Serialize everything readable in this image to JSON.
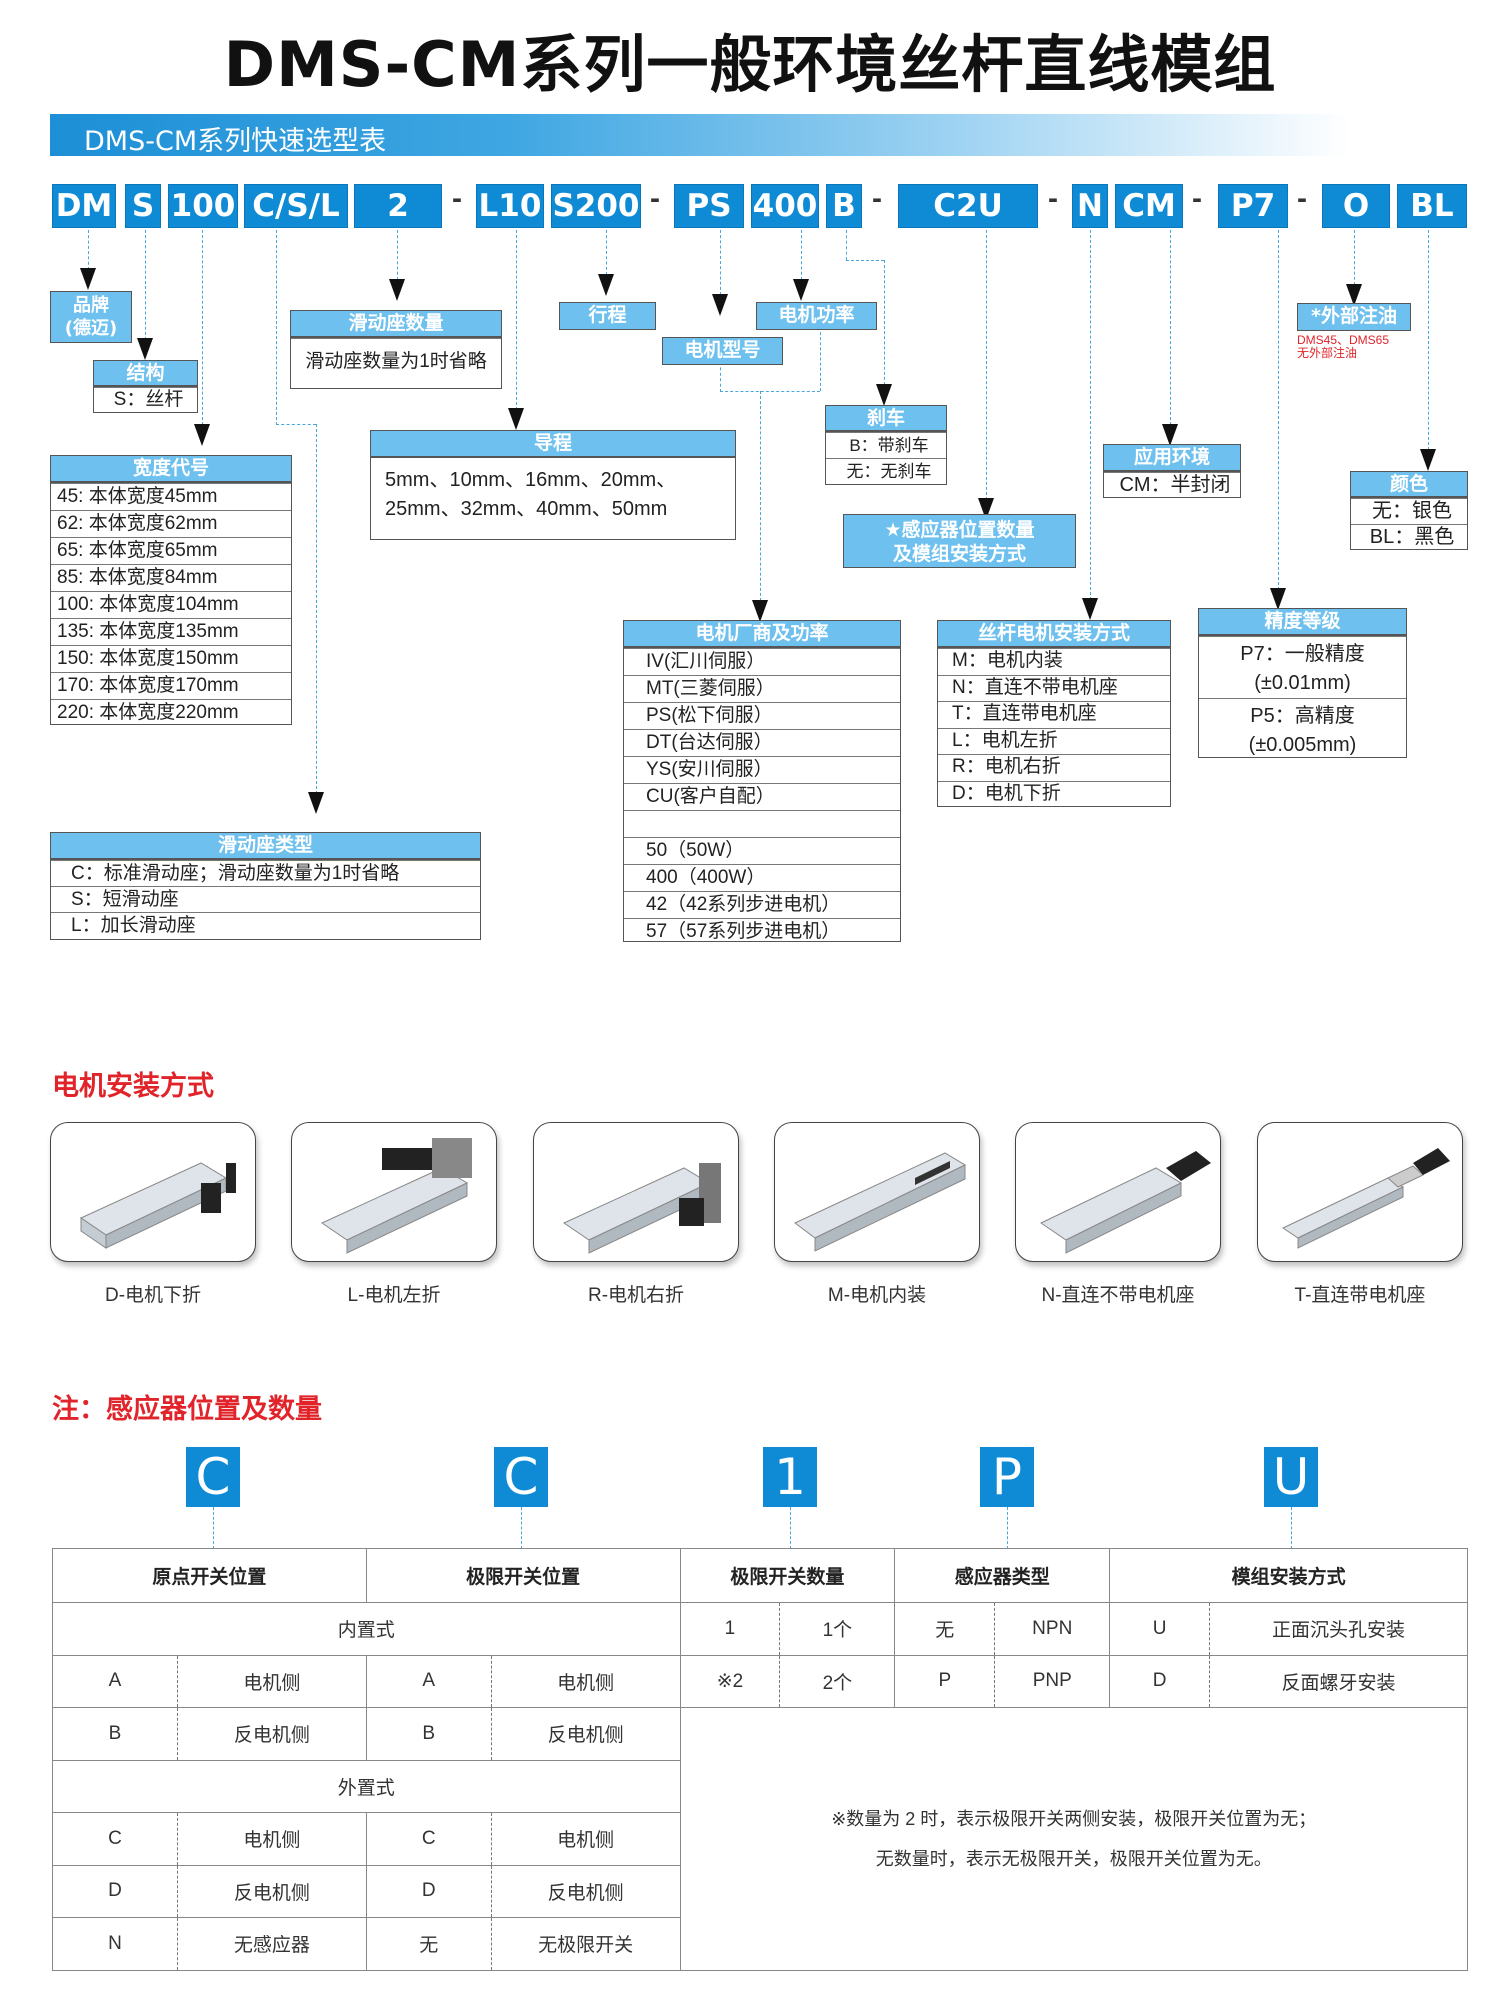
{
  "title": "DMS-CM系列一般环境丝杆直线模组",
  "band_title": "DMS-CM系列快速选型表",
  "colors": {
    "code_blue": "#0f8bd6",
    "label_blue": "#6ec0ee",
    "accent_red": "#e0242a"
  },
  "code_bar": [
    {
      "text": "DM"
    },
    {
      "text": "S"
    },
    {
      "text": "100"
    },
    {
      "text": "C/S/L"
    },
    {
      "text": "2"
    },
    {
      "text": "-"
    },
    {
      "text": "L10"
    },
    {
      "text": "S200"
    },
    {
      "text": "-"
    },
    {
      "text": "PS"
    },
    {
      "text": "400"
    },
    {
      "text": "B"
    },
    {
      "text": "-"
    },
    {
      "text": "C2U"
    },
    {
      "text": "-"
    },
    {
      "text": "N"
    },
    {
      "text": "CM"
    },
    {
      "text": "-"
    },
    {
      "text": "P7"
    },
    {
      "text": "-"
    },
    {
      "text": "O"
    },
    {
      "text": "BL"
    }
  ],
  "labels": {
    "brand": {
      "line1": "品牌",
      "line2": "(德迈)"
    },
    "structure": {
      "header": "结构",
      "rows": [
        "S：丝杆"
      ]
    },
    "width_code": {
      "header": "宽度代号",
      "rows": [
        "45: 本体宽度45mm",
        "62: 本体宽度62mm",
        "65: 本体宽度65mm",
        "85: 本体宽度84mm",
        "100: 本体宽度104mm",
        "135: 本体宽度135mm",
        "150: 本体宽度150mm",
        "170: 本体宽度170mm",
        "220: 本体宽度220mm"
      ]
    },
    "slider_count": {
      "header": "滑动座数量",
      "rows": [
        "滑动座数量为1时省略"
      ]
    },
    "slider_type": {
      "header": "滑动座类型",
      "rows": [
        "C：标准滑动座；滑动座数量为1时省略",
        "S：短滑动座",
        "L：加长滑动座"
      ]
    },
    "lead": {
      "header": "导程",
      "rows": [
        "5mm、10mm、16mm、20mm、",
        "25mm、32mm、40mm、50mm"
      ]
    },
    "stroke": {
      "header": "行程"
    },
    "motor_model": {
      "header": "电机型号"
    },
    "motor_power": {
      "header": "电机功率"
    },
    "brake": {
      "header": "刹车",
      "rows": [
        "B：带刹车",
        "无：无刹车"
      ]
    },
    "sensor": {
      "line1": "★感应器位置数量",
      "line2": "及模组安装方式"
    },
    "motor_vendor": {
      "header": "电机厂商及功率",
      "rows": [
        "IV(汇川伺服）",
        "MT(三菱伺服）",
        "PS(松下伺服）",
        "DT(台达伺服）",
        "YS(安川伺服）",
        "CU(客户自配）",
        "",
        "50（50W）",
        "400（400W）",
        "42（42系列步进电机）",
        "57（57系列步进电机）"
      ]
    },
    "motor_mount": {
      "header": "丝杆电机安装方式",
      "rows": [
        "M：电机内装",
        "N：直连不带电机座",
        "T：直连带电机座",
        "L：电机左折",
        "R：电机右折",
        "D：电机下折"
      ]
    },
    "environment": {
      "header": "应用环境",
      "rows": [
        "CM：半封闭"
      ]
    },
    "precision": {
      "header": "精度等级",
      "rows": [
        {
          "line1": "P7：一般精度",
          "line2": "(±0.01mm)"
        },
        {
          "line1": "P5：高精度",
          "line2": "(±0.005mm)"
        }
      ]
    },
    "oil": {
      "header": "*外部注油",
      "note1": "DMS45、DMS65",
      "note2": "无外部注油"
    },
    "color": {
      "header": "颜色",
      "rows": [
        "无：银色",
        "BL：黑色"
      ]
    }
  },
  "motor_section": {
    "title": "电机安装方式",
    "cards": [
      {
        "caption": "D-电机下折",
        "motor": "down"
      },
      {
        "caption": "L-电机左折",
        "motor": "left"
      },
      {
        "caption": "R-电机右折",
        "motor": "right"
      },
      {
        "caption": "M-电机内装",
        "motor": "inside"
      },
      {
        "caption": "N-直连不带电机座",
        "motor": "direct"
      },
      {
        "caption": "T-直连带电机座",
        "motor": "direct-seat"
      }
    ]
  },
  "sensor_section": {
    "title": "注：感应器位置及数量",
    "letters": [
      "C",
      "C",
      "1",
      "P",
      "U"
    ],
    "headers": [
      "原点开关位置",
      "极限开关位置",
      "极限开关数量",
      "感应器类型",
      "模组安装方式"
    ],
    "builtin_label": "内置式",
    "external_label": "外置式",
    "origin_builtin": [
      [
        "A",
        "电机侧"
      ],
      [
        "B",
        "反电机侧"
      ]
    ],
    "limit_builtin": [
      [
        "A",
        "电机侧"
      ],
      [
        "B",
        "反电机侧"
      ]
    ],
    "origin_external": [
      [
        "C",
        "电机侧"
      ],
      [
        "D",
        "反电机侧"
      ],
      [
        "N",
        "无感应器"
      ]
    ],
    "limit_external": [
      [
        "C",
        "电机侧"
      ],
      [
        "D",
        "反电机侧"
      ],
      [
        "无",
        "无极限开关"
      ]
    ],
    "limit_count": [
      [
        "1",
        "1个"
      ],
      [
        "※2",
        "2个"
      ]
    ],
    "sensor_type": [
      [
        "无",
        "NPN"
      ],
      [
        "P",
        "PNP"
      ]
    ],
    "mount_type": [
      [
        "U",
        "正面沉头孔安装"
      ],
      [
        "D",
        "反面螺牙安装"
      ]
    ],
    "note_line1": "※数量为 2 时，表示极限开关两侧安装，极限开关位置为无；",
    "note_line2": "无数量时，表示无极限开关，极限开关位置为无。"
  }
}
